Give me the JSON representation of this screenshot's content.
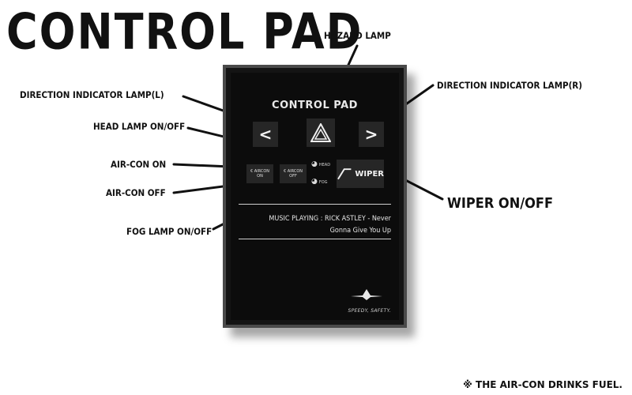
{
  "title": "CONTROL PAD",
  "callouts": {
    "hazard_lamp": "HAZARD LAMP",
    "direction_left": "DIRECTION INDICATOR LAMP(L)",
    "direction_right": "DIRECTION INDICATOR LAMP(R)",
    "head_lamp": "HEAD LAMP ON/OFF",
    "aircon_on": "AIR-CON ON",
    "aircon_off": "AIR-CON OFF",
    "fog_lamp": "FOG LAMP ON/OFF",
    "wiper": "WIPER ON/OFF"
  },
  "pad": {
    "title": "CONTROL PAD",
    "left_symbol": "<",
    "right_symbol": ">",
    "aircon_on": {
      "line1": "€ AIRCON",
      "line2": "ON"
    },
    "aircon_off": {
      "line1": "€ AIRCON",
      "line2": "OFF"
    },
    "head_label": "HEAD",
    "fog_label": "FOG",
    "wiper_label": "WIPER",
    "music_line1": "MUSIC PLAYING : RICK ASTLEY - Never",
    "music_line2": "Gonna Give You Up",
    "slogan": "SPEEDY, SAFETY."
  },
  "footnote": "※ THE AIR-CON DRINKS FUEL.",
  "colors": {
    "ink": "#111111",
    "panel": "#141414",
    "button": "#262626",
    "text_light": "#e8e8e8"
  }
}
